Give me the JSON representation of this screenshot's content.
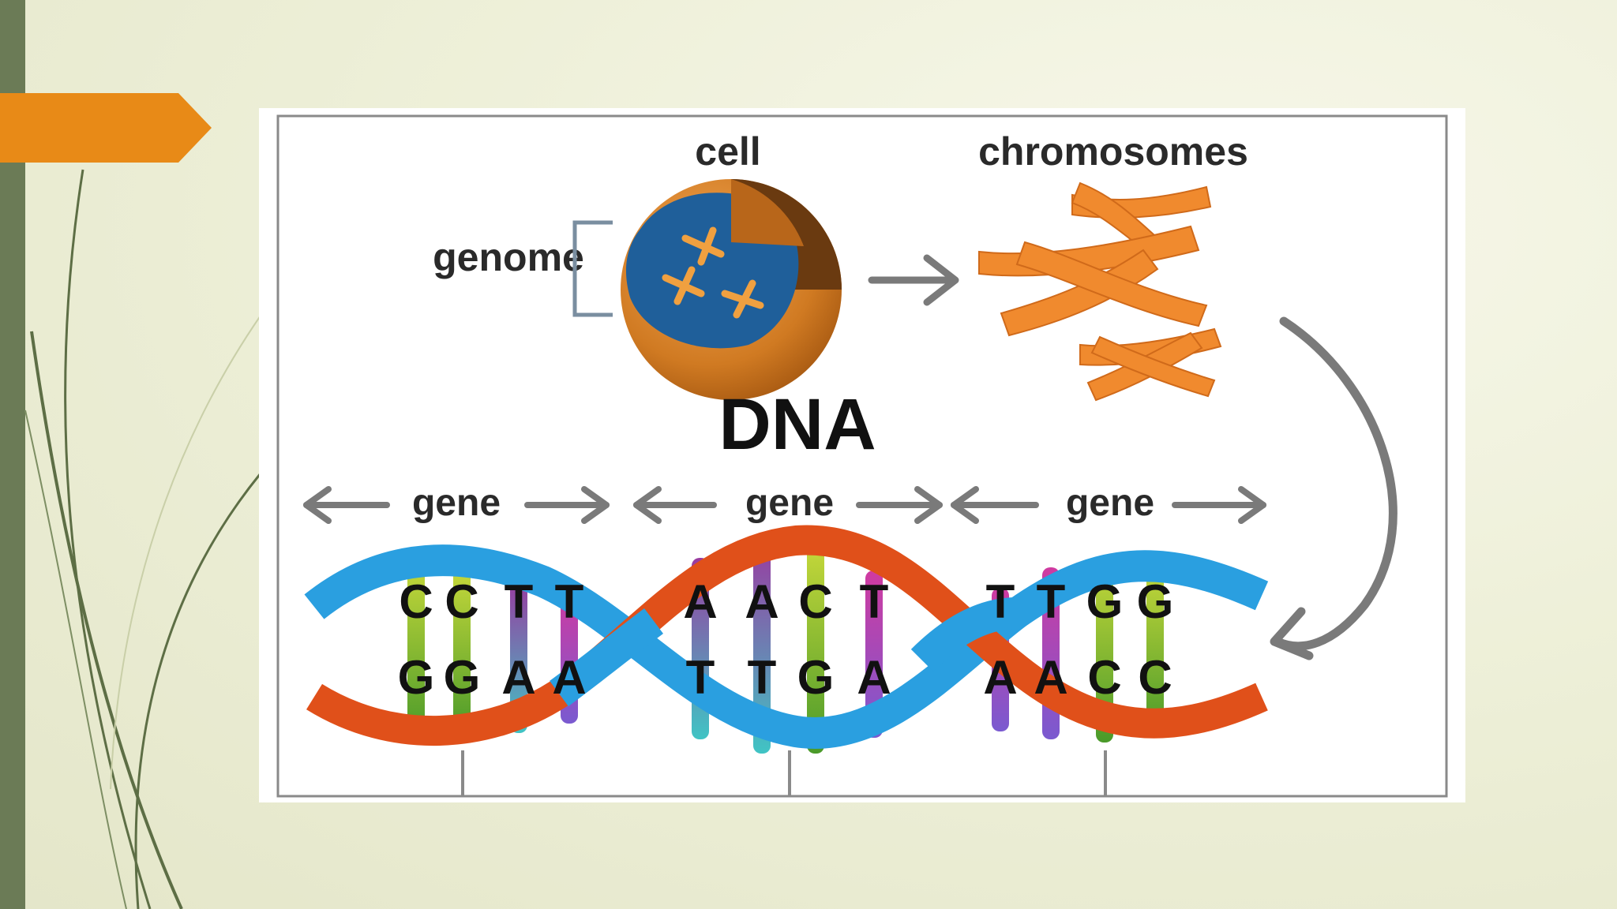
{
  "slide": {
    "accent_color": "#e88a17",
    "sidebar_color": "#6b7b56"
  },
  "diagram": {
    "labels": {
      "cell": "cell",
      "chromosomes": "chromosomes",
      "genome": "genome",
      "dna": "DNA",
      "gene_1": "gene",
      "gene_2": "gene",
      "gene_3": "gene"
    },
    "top_strand_bases": [
      "C",
      "C",
      "T",
      "T",
      "A",
      "A",
      "C",
      "T",
      "T",
      "T",
      "G",
      "G"
    ],
    "bottom_strand_bases": [
      "G",
      "G",
      "A",
      "A",
      "T",
      "T",
      "G",
      "A",
      "A",
      "A",
      "C",
      "C"
    ],
    "colors": {
      "cell": "#e08a2a",
      "nucleus": "#1f5f9a",
      "chromosome": "#f08a2e",
      "strand_blue": "#2a9fe0",
      "strand_red": "#e0501a",
      "arrow_gray": "#7a7a7a"
    }
  }
}
